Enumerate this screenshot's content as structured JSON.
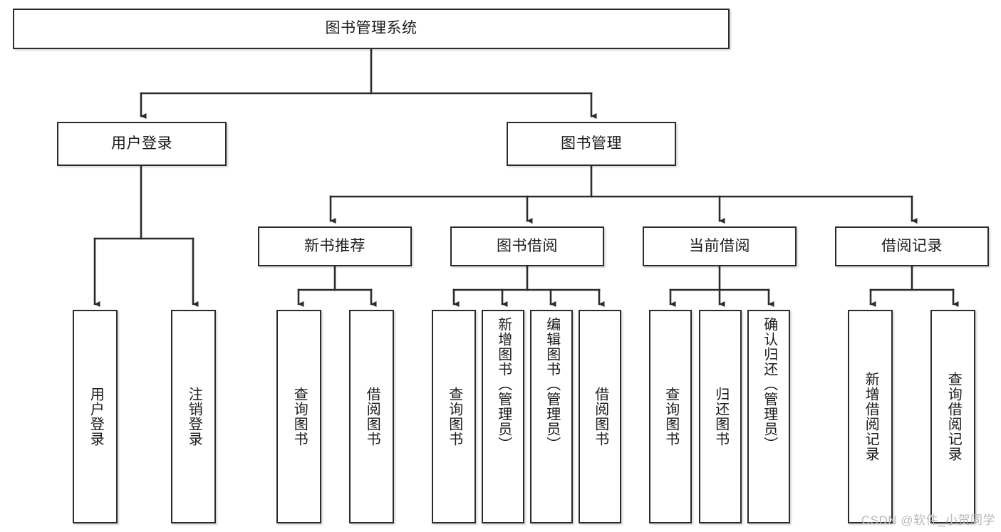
{
  "diagram": {
    "title": "图书管理系统",
    "watermark": "CSDN @软件_小贺同学",
    "line_color": "#2b2b2b",
    "box_fill": "#ffffff",
    "text_color": "#1a1a1a",
    "root": {
      "label": "图书管理系统"
    },
    "level2": [
      {
        "label": "用户登录"
      },
      {
        "label": "图书管理"
      }
    ],
    "level3": [
      {
        "label": "新书推荐"
      },
      {
        "label": "图书借阅"
      },
      {
        "label": "当前借阅"
      },
      {
        "label": "借阅记录"
      }
    ],
    "leaves": {
      "user_login": [
        {
          "label": "用户登录"
        },
        {
          "label": "注销登录"
        }
      ],
      "new_book": [
        {
          "label": "查询图书"
        },
        {
          "label": "借阅图书"
        }
      ],
      "book_borrow": [
        {
          "label": "查询图书"
        },
        {
          "label": "新增图书（管理员）"
        },
        {
          "label": "编辑图书（管理员）"
        },
        {
          "label": "借阅图书"
        }
      ],
      "current_borrow": [
        {
          "label": "查询图书"
        },
        {
          "label": "归还图书"
        },
        {
          "label": "确认归还（管理员）"
        }
      ],
      "borrow_record": [
        {
          "label": "新增借阅记录"
        },
        {
          "label": "查询借阅记录"
        }
      ]
    }
  }
}
